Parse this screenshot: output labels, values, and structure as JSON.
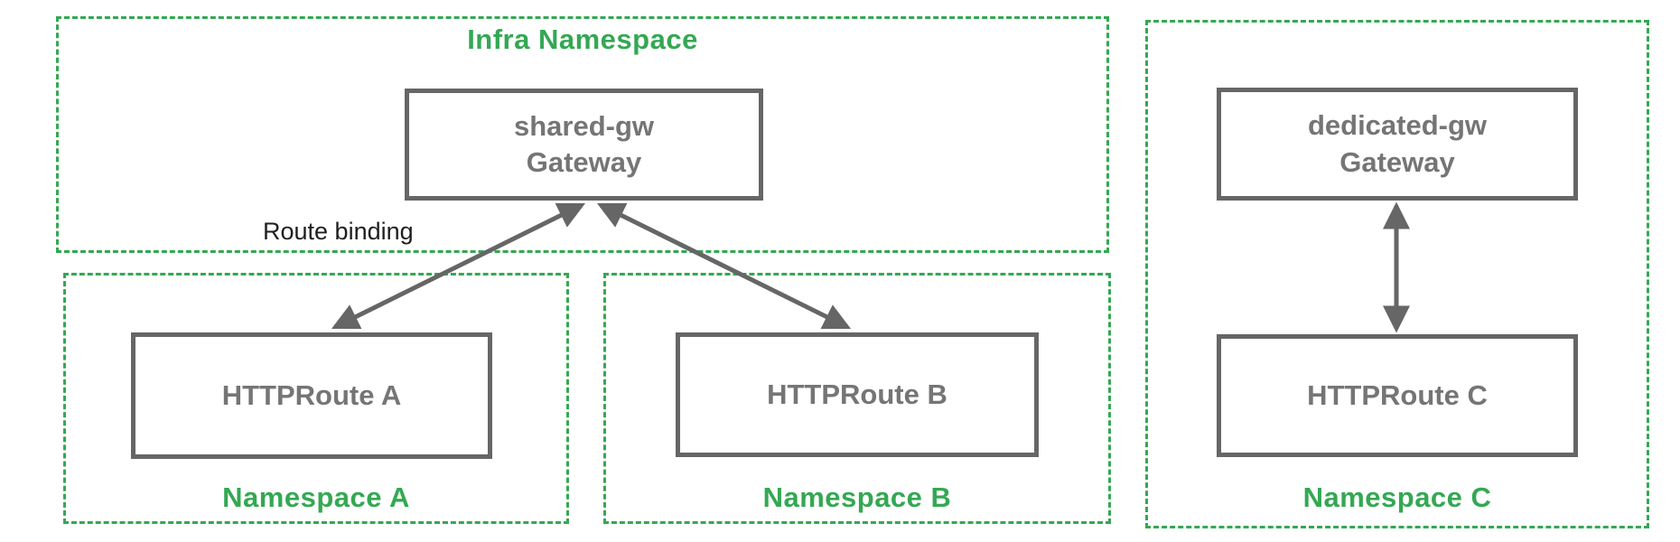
{
  "colors": {
    "green": "#34A853",
    "border-gray": "#666666",
    "node-text-gray": "#757575",
    "annotation-black": "#1F1F1F",
    "background": "#FFFFFF"
  },
  "namespaces": {
    "infra": {
      "label": "Infra Namespace"
    },
    "a": {
      "label": "Namespace A"
    },
    "b": {
      "label": "Namespace B"
    },
    "c": {
      "label": "Namespace C"
    }
  },
  "nodes": {
    "shared_gw": {
      "line1": "shared-gw",
      "line2": "Gateway"
    },
    "dedicated_gw": {
      "line1": "dedicated-gw",
      "line2": "Gateway"
    },
    "route_a": {
      "label": "HTTPRoute A"
    },
    "route_b": {
      "label": "HTTPRoute B"
    },
    "route_c": {
      "label": "HTTPRoute C"
    }
  },
  "annotations": {
    "route_binding": "Route binding"
  },
  "edges": [
    {
      "from": "HTTPRoute A",
      "to": "shared-gw Gateway",
      "type": "double-arrow",
      "label": "Route binding"
    },
    {
      "from": "HTTPRoute B",
      "to": "shared-gw Gateway",
      "type": "double-arrow",
      "label": ""
    },
    {
      "from": "HTTPRoute C",
      "to": "dedicated-gw Gateway",
      "type": "double-arrow",
      "label": ""
    }
  ]
}
